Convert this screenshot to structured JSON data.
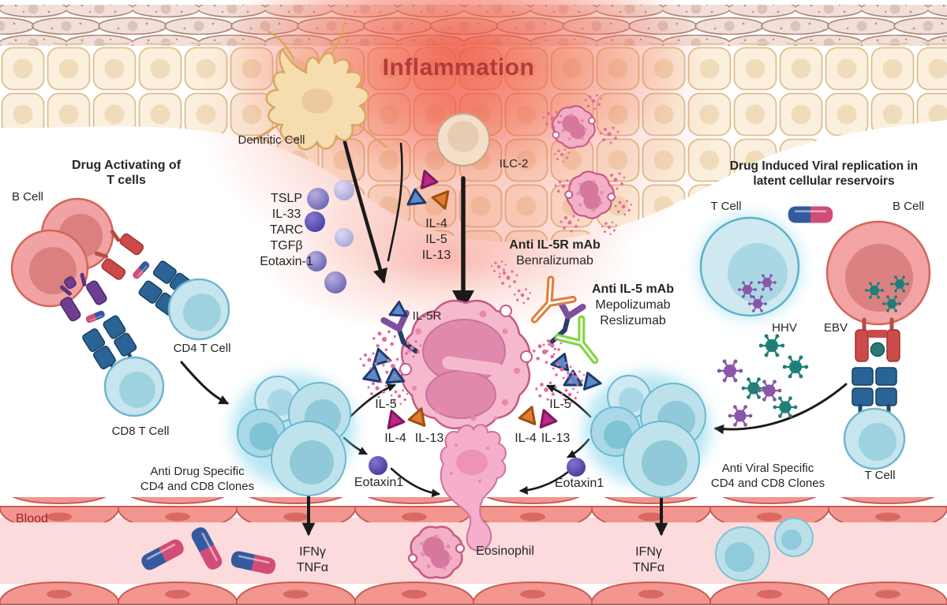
{
  "top": {
    "title": "Inflammation",
    "dendritic_cell": "Dentritic Cell",
    "ilc2": "ILC-2",
    "mediators": [
      "TSLP",
      "IL-33",
      "TARC",
      "TGFβ",
      "Eotaxin-1"
    ],
    "ilc2_cytokines": [
      "IL-4",
      "IL-5",
      "IL-13"
    ]
  },
  "left_pathway": {
    "heading": [
      "Drug Activating of",
      "T cells"
    ],
    "b_cell": "B Cell",
    "cd4_t_cell": "CD4 T Cell",
    "cd8_t_cell": "CD8 T Cell",
    "clones": [
      "Anti Drug Specific",
      "CD4 and CD8 Clones"
    ],
    "effectors": [
      "IFNγ",
      "TNFα"
    ]
  },
  "right_pathway": {
    "heading": [
      "Drug Induced Viral replication in",
      "latent cellular reservoirs"
    ],
    "t_cell_top": "T Cell",
    "b_cell": "B Cell",
    "hhv": "HHV",
    "ebv": "EBV",
    "clones": [
      "Anti Viral Specific",
      "CD4 and CD8 Clones"
    ],
    "effectors": [
      "IFNγ",
      "TNFα"
    ],
    "t_cell_bottom": "T Cell"
  },
  "center_pathway": {
    "il5r": "IL-5R",
    "anti_il5r_mab": [
      "Anti IL-5R mAb",
      "Benralizumab"
    ],
    "anti_il5_mab": [
      "Anti IL-5 mAb",
      "Mepolizumab",
      "Reslizumab"
    ],
    "il5_left": "IL-5",
    "il5_right": "IL-5",
    "il4_left": "IL-4",
    "il13_left": "IL-13",
    "il4_right": "IL-4",
    "il13_right": "IL-13",
    "eotaxin_left": "Eotaxin1",
    "eotaxin_right": "Eotaxin1",
    "eosinophil": "Eosinophil"
  },
  "blood_vessel": {
    "label": "Blood"
  },
  "colors": {
    "inflammation_text": "#b23b3b",
    "blood_text": "#a3242b",
    "glow_red": "#ee4733",
    "capsule_blue": "#35599e",
    "capsule_pink": "#d24c77",
    "antibody_orange": "#df7f3e",
    "antibody_green": "#7fd640",
    "receptor_purple": "#7c4f9f",
    "tcr_blue": "#2a6496",
    "mhc_red": "#cb4a4a",
    "il5_triangle_blue": "#5b8bc9",
    "il4_triangle_magenta": "#c0268c",
    "il13_triangle_orange": "#de7e2e",
    "virus_teal": "#1f7e78",
    "virus_purple": "#8a56a8",
    "eosinophil_pink": "#f5b9cd",
    "t_cell_blue": "#c7e5ef",
    "b_cell_pink": "#f1a2a2",
    "cytokine_sphere_purple": "#6e66b4",
    "eotaxin_sphere_indigo": "#483a9e"
  }
}
